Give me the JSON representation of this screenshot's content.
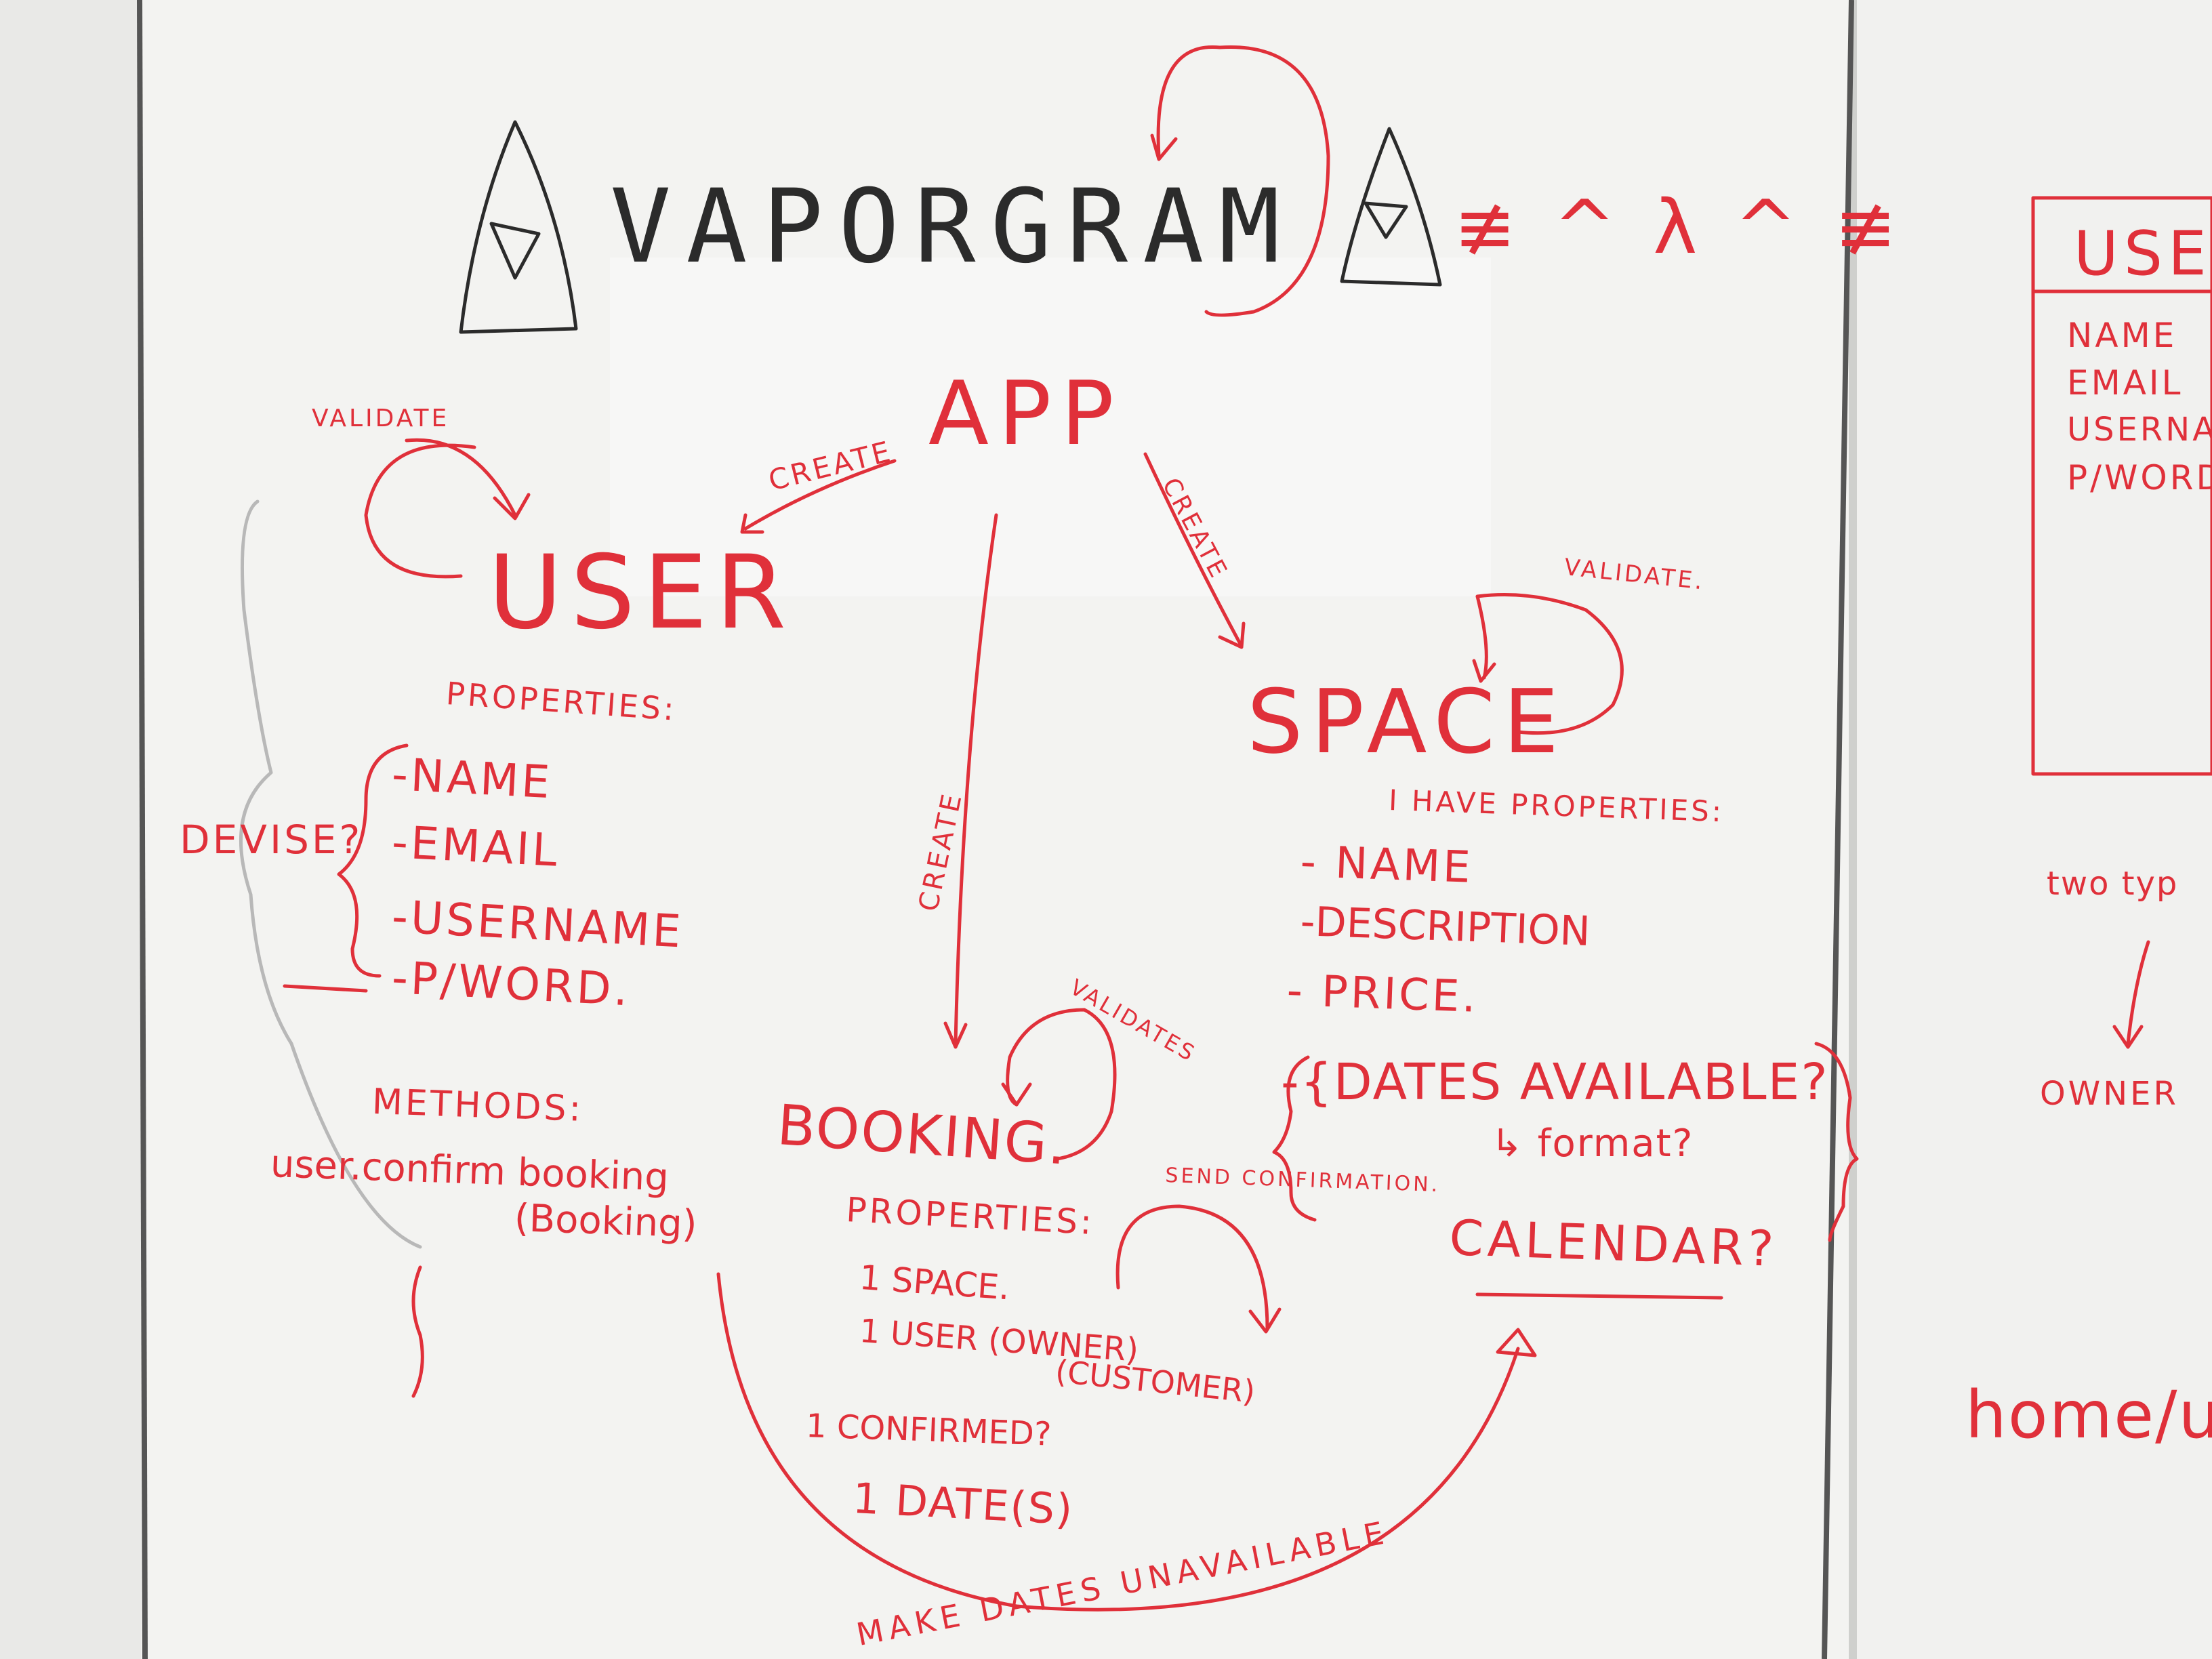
{
  "colors": {
    "wall": "#d9d9d7",
    "board": "#f4f4f2",
    "marker_red": "#e0303a",
    "marker_black": "#2b2b2b",
    "frame": "#5a5a5a"
  },
  "board": {
    "title": "VAPORGRAM",
    "decoration": "≢ ^ λ ^ ≢",
    "app": "APP",
    "arrows": {
      "create_user": "CREATE",
      "create_booking": "CREATE",
      "create_space": "CREATE",
      "validate_user": "VALIDATE",
      "validate_space": "VALIDATE.",
      "validates_booking": "VALIDATES",
      "send_confirmation": "SEND CONFIRMATION.",
      "make_dates_unavailable": "MAKE DATES UNAVAILABLE"
    },
    "user": {
      "title": "USER",
      "properties_heading": "PROPERTIES:",
      "properties": [
        "-NAME",
        "-EMAIL",
        "-USERNAME",
        "-P/WORD."
      ],
      "devise": "DEVISE?",
      "methods_heading": "METHODS:",
      "method_line1": "user.confirm booking",
      "method_line2": "(Booking)"
    },
    "space": {
      "title": "SPACE",
      "properties_heading": "I HAVE PROPERTIES:",
      "properties": [
        "- NAME",
        "-DESCRIPTION",
        "- PRICE.",
        "-{DATES AVAILABLE?"
      ],
      "format_note": "↳ format?",
      "calendar": "CALENDAR?"
    },
    "booking": {
      "title": "BOOKING.",
      "properties_heading": "PROPERTIES:",
      "properties": [
        "1 SPACE.",
        "1 USER (OWNER)",
        "1 CONFIRMED?",
        "1 DATE(S)"
      ],
      "customer": "(CUSTOMER)"
    }
  },
  "right_board": {
    "box_title": "USER",
    "fields": [
      "NAME",
      "EMAIL",
      "USERNAM",
      "P/WORD"
    ],
    "two_types": "two typ",
    "owner": "OWNER",
    "url": "home/us"
  }
}
